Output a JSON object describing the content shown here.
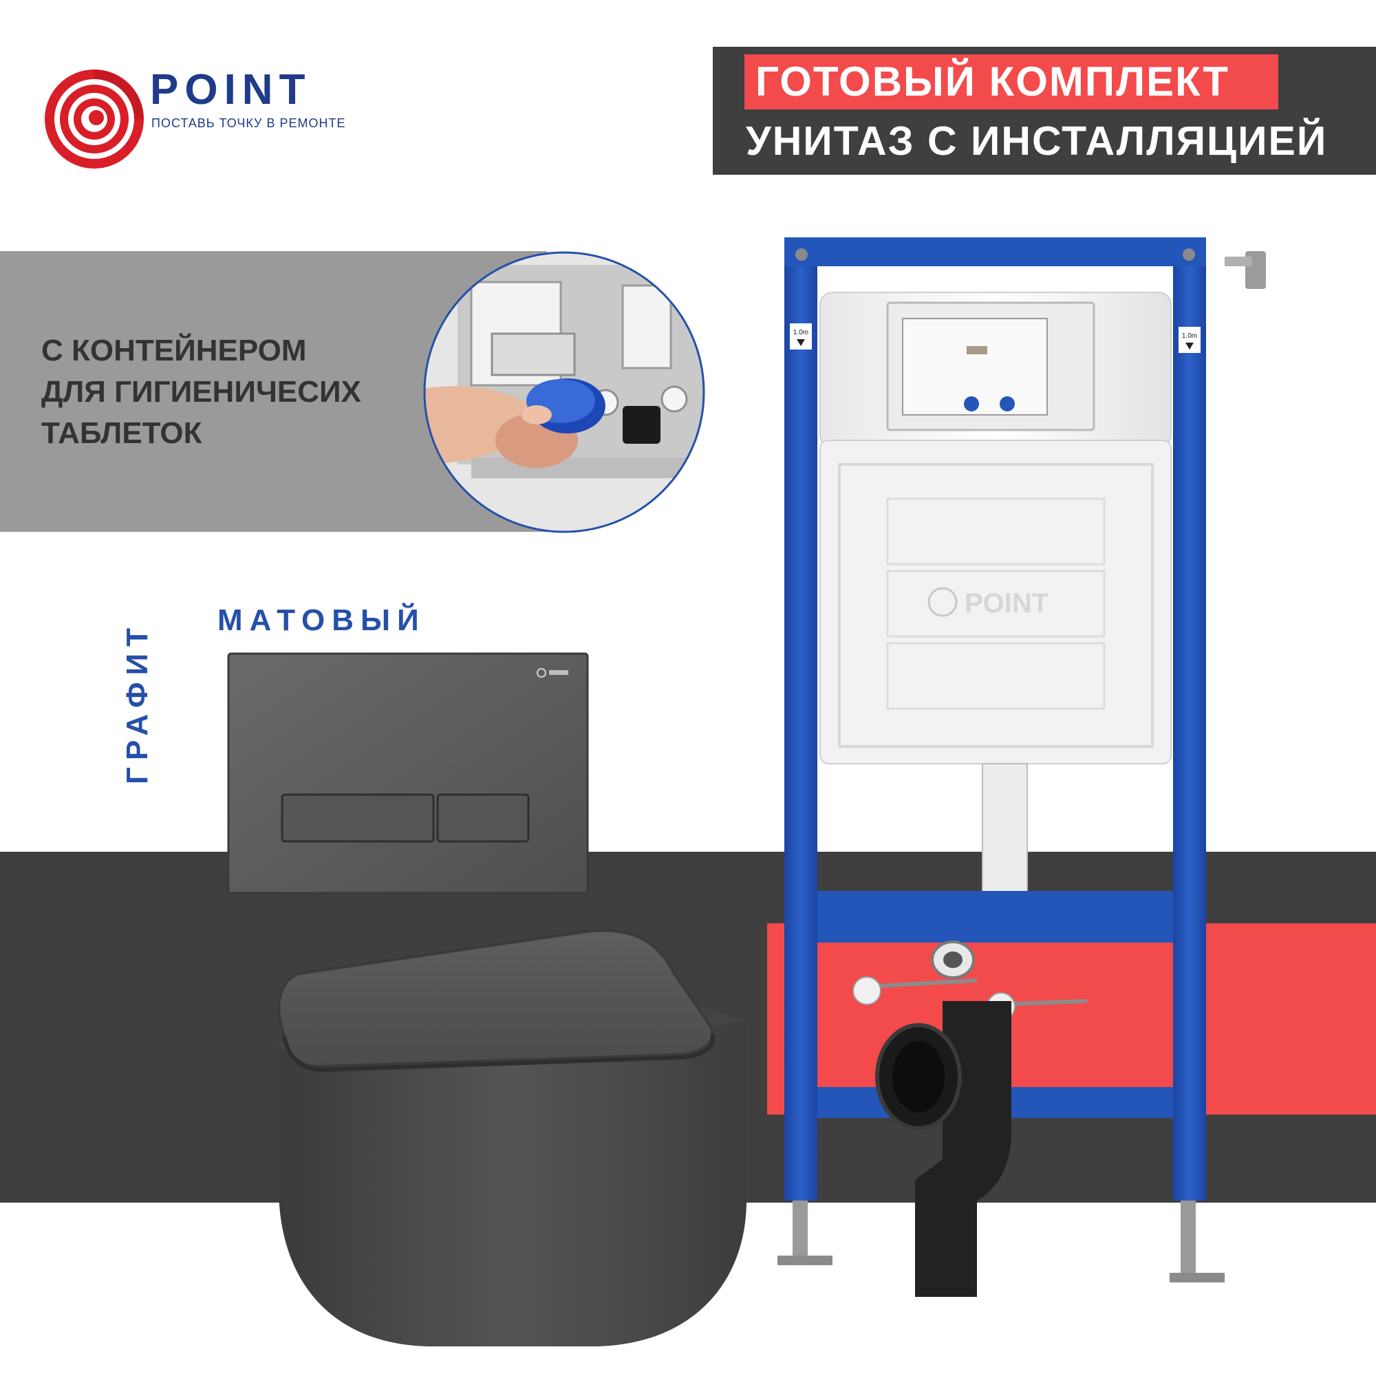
{
  "brand": {
    "name": "POINT",
    "tagline": "ПОСТАВЬ ТОЧКУ В РЕМОНТЕ",
    "mark_icon": "spiral-logo-icon",
    "color": "#1f3b8a",
    "mark_color": "#d81e27"
  },
  "header": {
    "line1": "ГОТОВЫЙ КОМПЛЕКТ",
    "line2": "УНИТАЗ С ИНСТАЛЛЯЦИЕЙ",
    "accent": "#f34a4b",
    "background": "#3f3f3f"
  },
  "feature": {
    "lines": [
      "С КОНТЕЙНЕРОМ",
      "ДЛЯ ГИГИЕНИЧЕСИХ",
      "ТАБЛЕТОК"
    ]
  },
  "color_label": {
    "finish": "МАТОВЫЙ",
    "color": "ГРАФИТ",
    "text_color": "#2550a8"
  },
  "frame": {
    "cistern_logo": "POINT",
    "marker_left": "1.0m",
    "marker_right": "1.0m",
    "frame_color": "#2356b8"
  },
  "product": {
    "toilet_color": "#4a4a4a",
    "plate_color": "#5c5c5c"
  }
}
